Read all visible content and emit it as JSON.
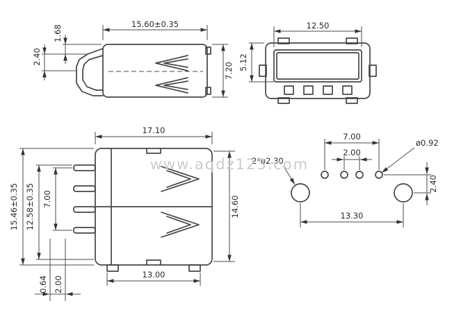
{
  "watermark": "www.aqdz123.com",
  "side_view": {
    "dim_width": "15.60±0.35",
    "dim_height": "7.20",
    "dim_flange_top": "1.68",
    "dim_flange": "2.40"
  },
  "front_view": {
    "dim_opening_width": "12.50",
    "dim_opening_height": "5.12"
  },
  "top_view": {
    "dim_width": "17.10",
    "dim_overall_length": "15.46±0.35",
    "dim_body_length": "12.58±0.35",
    "dim_pin_span": "7.00",
    "dim_side_length": "14.60",
    "dim_bottom_width": "13.00",
    "dim_pin_width": "0.64",
    "dim_pin_offset": "2.00"
  },
  "footprint_view": {
    "dim_pin_span": "7.00",
    "dim_pin_pitch": "2.00",
    "label_mount_holes": "2*ø2.30",
    "label_pin_holes": "ø0.92",
    "dim_hole_span": "13.30",
    "dim_row_offset": "2.40"
  }
}
